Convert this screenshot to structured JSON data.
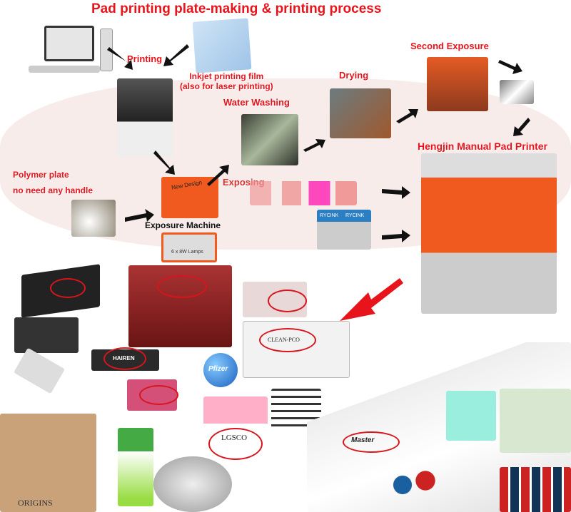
{
  "title": "Pad printing plate-making & printing process",
  "steps": {
    "printing": "Printing",
    "film_line1": "Inkjet printing film",
    "film_line2": "(also for laser printing)",
    "water_washing": "Water Washing",
    "drying": "Drying",
    "second_exposure": "Second Exposure",
    "printer": "Hengjin Manual Pad Printer",
    "polymer_line1": "Polymer plate",
    "polymer_line2": "no need any handle",
    "exposing": "Exposing",
    "exposure_machine": "Exposure Machine",
    "new_design": "New Design",
    "lamps": "6 x 8W Lamps"
  },
  "ink_labels": [
    "RYCINK",
    "RYCINK"
  ],
  "product_labels": [
    "HAIREN",
    "CLEAN-PCO",
    "Pfizer",
    "LGSCO",
    "ORIGINS",
    "Master"
  ],
  "colors": {
    "accent": "#e8141c",
    "machine": "#f05a1e"
  }
}
